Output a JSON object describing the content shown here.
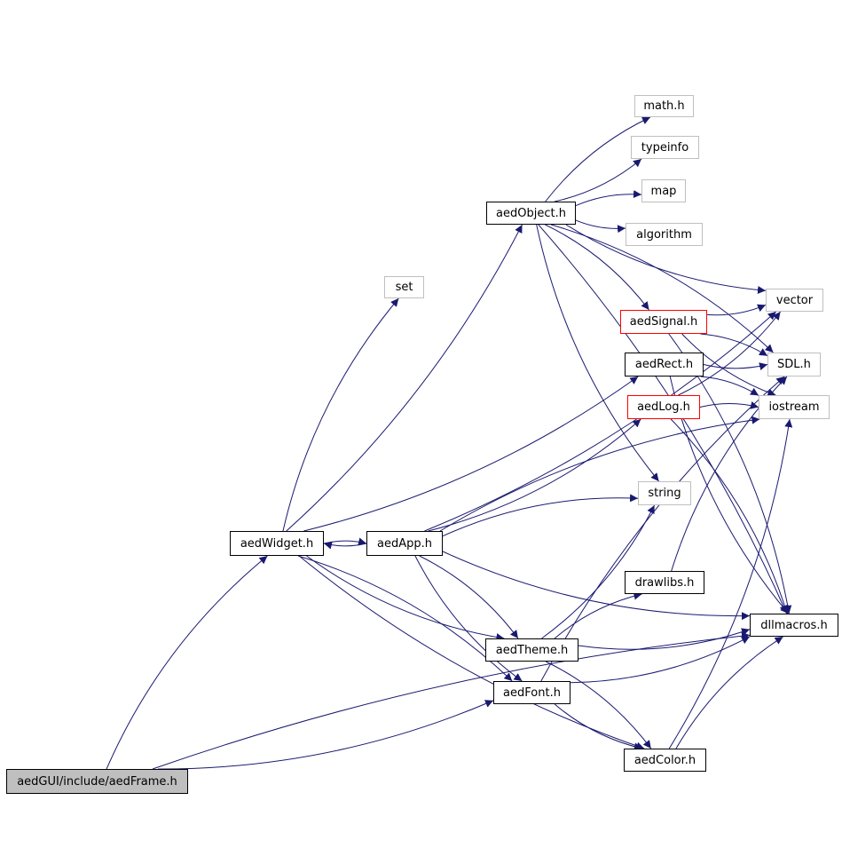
{
  "graph": {
    "title": "Include dependency graph for aedFrame.h",
    "edge_color": "#191970",
    "nodes": [
      {
        "id": "aedFrame",
        "label": "aedGUI/include/aedFrame.h",
        "kind": "root"
      },
      {
        "id": "aedWidget",
        "label": "aedWidget.h",
        "kind": "internal"
      },
      {
        "id": "aedApp",
        "label": "aedApp.h",
        "kind": "internal"
      },
      {
        "id": "aedObject",
        "label": "aedObject.h",
        "kind": "internal"
      },
      {
        "id": "set",
        "label": "set",
        "kind": "external"
      },
      {
        "id": "math",
        "label": "math.h",
        "kind": "external"
      },
      {
        "id": "typeinfo",
        "label": "typeinfo",
        "kind": "external"
      },
      {
        "id": "map",
        "label": "map",
        "kind": "external"
      },
      {
        "id": "algorithm",
        "label": "algorithm",
        "kind": "external"
      },
      {
        "id": "aedSignal",
        "label": "aedSignal.h",
        "kind": "truncated"
      },
      {
        "id": "vector",
        "label": "vector",
        "kind": "external"
      },
      {
        "id": "aedRect",
        "label": "aedRect.h",
        "kind": "internal"
      },
      {
        "id": "SDL",
        "label": "SDL.h",
        "kind": "external"
      },
      {
        "id": "aedLog",
        "label": "aedLog.h",
        "kind": "truncated"
      },
      {
        "id": "iostream",
        "label": "iostream",
        "kind": "external"
      },
      {
        "id": "string",
        "label": "string",
        "kind": "external"
      },
      {
        "id": "drawlibs",
        "label": "drawlibs.h",
        "kind": "internal"
      },
      {
        "id": "dllmacros",
        "label": "dllmacros.h",
        "kind": "internal"
      },
      {
        "id": "aedTheme",
        "label": "aedTheme.h",
        "kind": "internal"
      },
      {
        "id": "aedFont",
        "label": "aedFont.h",
        "kind": "internal"
      },
      {
        "id": "aedColor",
        "label": "aedColor.h",
        "kind": "internal"
      }
    ],
    "edges": [
      [
        "aedFrame",
        "aedWidget"
      ],
      [
        "aedFrame",
        "aedFont"
      ],
      [
        "aedFrame",
        "dllmacros"
      ],
      [
        "aedWidget",
        "aedObject"
      ],
      [
        "aedWidget",
        "set"
      ],
      [
        "aedWidget",
        "aedRect"
      ],
      [
        "aedWidget",
        "aedApp"
      ],
      [
        "aedWidget",
        "aedTheme"
      ],
      [
        "aedWidget",
        "aedFont"
      ],
      [
        "aedWidget",
        "aedColor"
      ],
      [
        "aedApp",
        "aedWidget"
      ],
      [
        "aedApp",
        "aedLog"
      ],
      [
        "aedApp",
        "string"
      ],
      [
        "aedApp",
        "vector"
      ],
      [
        "aedApp",
        "iostream"
      ],
      [
        "aedApp",
        "dllmacros"
      ],
      [
        "aedApp",
        "aedTheme"
      ],
      [
        "aedApp",
        "aedFont"
      ],
      [
        "aedObject",
        "math"
      ],
      [
        "aedObject",
        "typeinfo"
      ],
      [
        "aedObject",
        "map"
      ],
      [
        "aedObject",
        "algorithm"
      ],
      [
        "aedObject",
        "aedSignal"
      ],
      [
        "aedObject",
        "vector"
      ],
      [
        "aedObject",
        "SDL"
      ],
      [
        "aedObject",
        "string"
      ],
      [
        "aedObject",
        "dllmacros"
      ],
      [
        "aedSignal",
        "vector"
      ],
      [
        "aedSignal",
        "SDL"
      ],
      [
        "aedSignal",
        "iostream"
      ],
      [
        "aedSignal",
        "dllmacros"
      ],
      [
        "aedRect",
        "SDL"
      ],
      [
        "aedRect",
        "iostream"
      ],
      [
        "aedRect",
        "dllmacros"
      ],
      [
        "aedLog",
        "iostream"
      ],
      [
        "aedLog",
        "vector"
      ],
      [
        "aedLog",
        "dllmacros"
      ],
      [
        "aedTheme",
        "string"
      ],
      [
        "aedTheme",
        "drawlibs"
      ],
      [
        "aedTheme",
        "dllmacros"
      ],
      [
        "aedTheme",
        "aedColor"
      ],
      [
        "aedFont",
        "aedColor"
      ],
      [
        "aedFont",
        "SDL"
      ],
      [
        "aedFont",
        "dllmacros"
      ],
      [
        "drawlibs",
        "SDL"
      ],
      [
        "aedColor",
        "iostream"
      ],
      [
        "aedColor",
        "dllmacros"
      ]
    ]
  }
}
